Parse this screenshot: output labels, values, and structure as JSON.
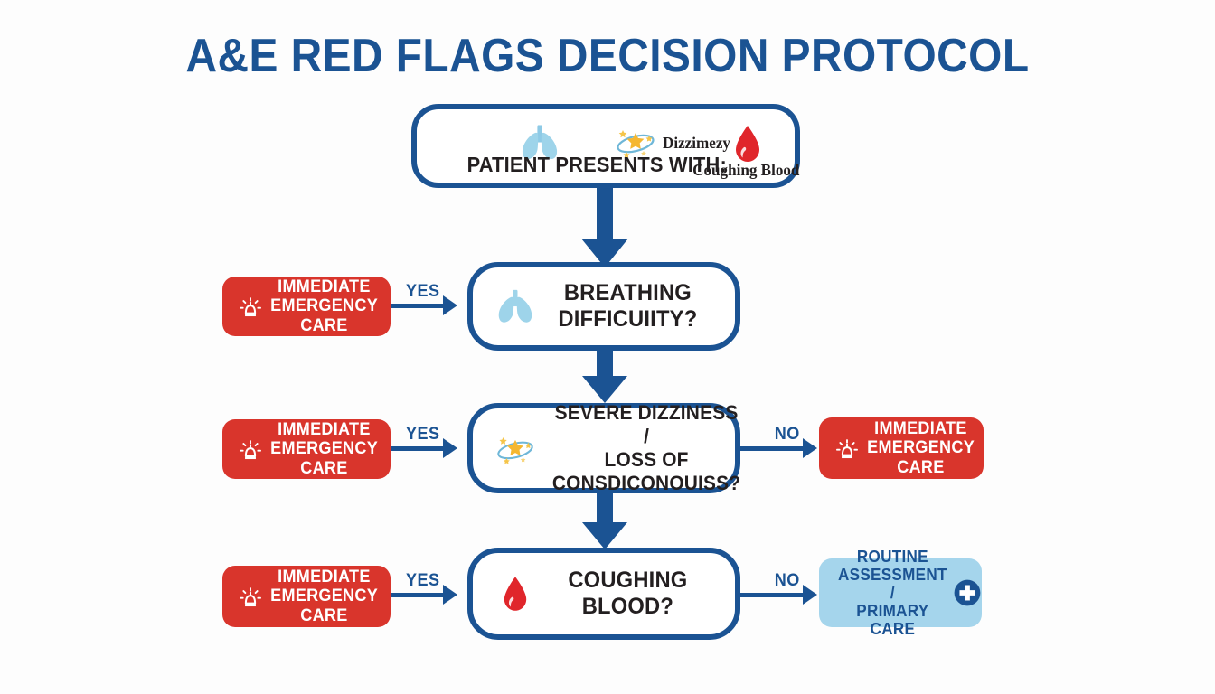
{
  "page": {
    "title": "A&E RED FLAGS DECISION PROTOCOL",
    "background_color": "#fdfdfd",
    "accent_blue": "#1b5393",
    "emergency_red": "#d9352c",
    "routine_blue": "#a5d5ec"
  },
  "intake": {
    "label": "PATIENT PRESENTS WITH:",
    "symptom_texts": {
      "dizziness": "Dizzimezy",
      "coughing_blood": "Coughing Blood"
    },
    "icons": {
      "lungs": "lungs-icon",
      "dizziness": "dizziness-stars-icon",
      "blood": "blood-drop-icon"
    }
  },
  "decisions": [
    {
      "id": "breathing",
      "label": "BREATHING\nDIFFICUIITY?",
      "icon": "lungs-icon",
      "yes_label": "YES",
      "no_label": null,
      "yes_outcome": {
        "text": "IMMEDIATE\nEMERGENCY CARE",
        "type": "emergency",
        "icon": "siren-icon"
      },
      "no_outcome": null
    },
    {
      "id": "dizziness",
      "label": "SEVERE DIZZINESS /\nLOSS OF CONSDICONOUISS?",
      "icon": "dizziness-stars-icon",
      "yes_label": "YES",
      "no_label": "NO",
      "yes_outcome": {
        "text": "IMMEDIATE\nEMERGENCY CARE",
        "type": "emergency",
        "icon": "siren-icon"
      },
      "no_outcome": {
        "text": "IMMEDIATE\nEMERGENCY CARE",
        "type": "emergency",
        "icon": "siren-icon"
      }
    },
    {
      "id": "coughing-blood",
      "label": "COUGHING\nBLOOD?",
      "icon": "blood-drop-icon",
      "yes_label": "YES",
      "no_label": "NO",
      "yes_outcome": {
        "text": "IMMEDIATE\nEMERGENCY CARE",
        "type": "emergency",
        "icon": "siren-icon"
      },
      "no_outcome": {
        "text": "ROUTINE\nASSESSMENT /\nPRIMARY CARE",
        "type": "routine",
        "icon": "medical-cross-icon"
      }
    }
  ]
}
